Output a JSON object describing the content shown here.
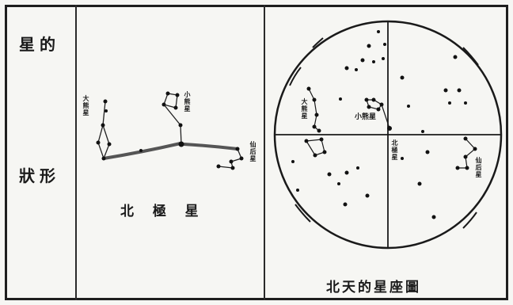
{
  "side": {
    "line1": "星的",
    "line2": "狀形"
  },
  "left_panel": {
    "caption": "北  極  星",
    "labels": {
      "ursa_major": "大熊星",
      "ursa_minor": "小熊星",
      "cassiopeia": "仙后星"
    }
  },
  "right_panel": {
    "caption": "北天的星座圖",
    "labels": {
      "ursa_major": "大熊星",
      "ursa_minor": "小熊星",
      "polaris": "北極星",
      "cassiopeia": "仙后星"
    }
  }
}
